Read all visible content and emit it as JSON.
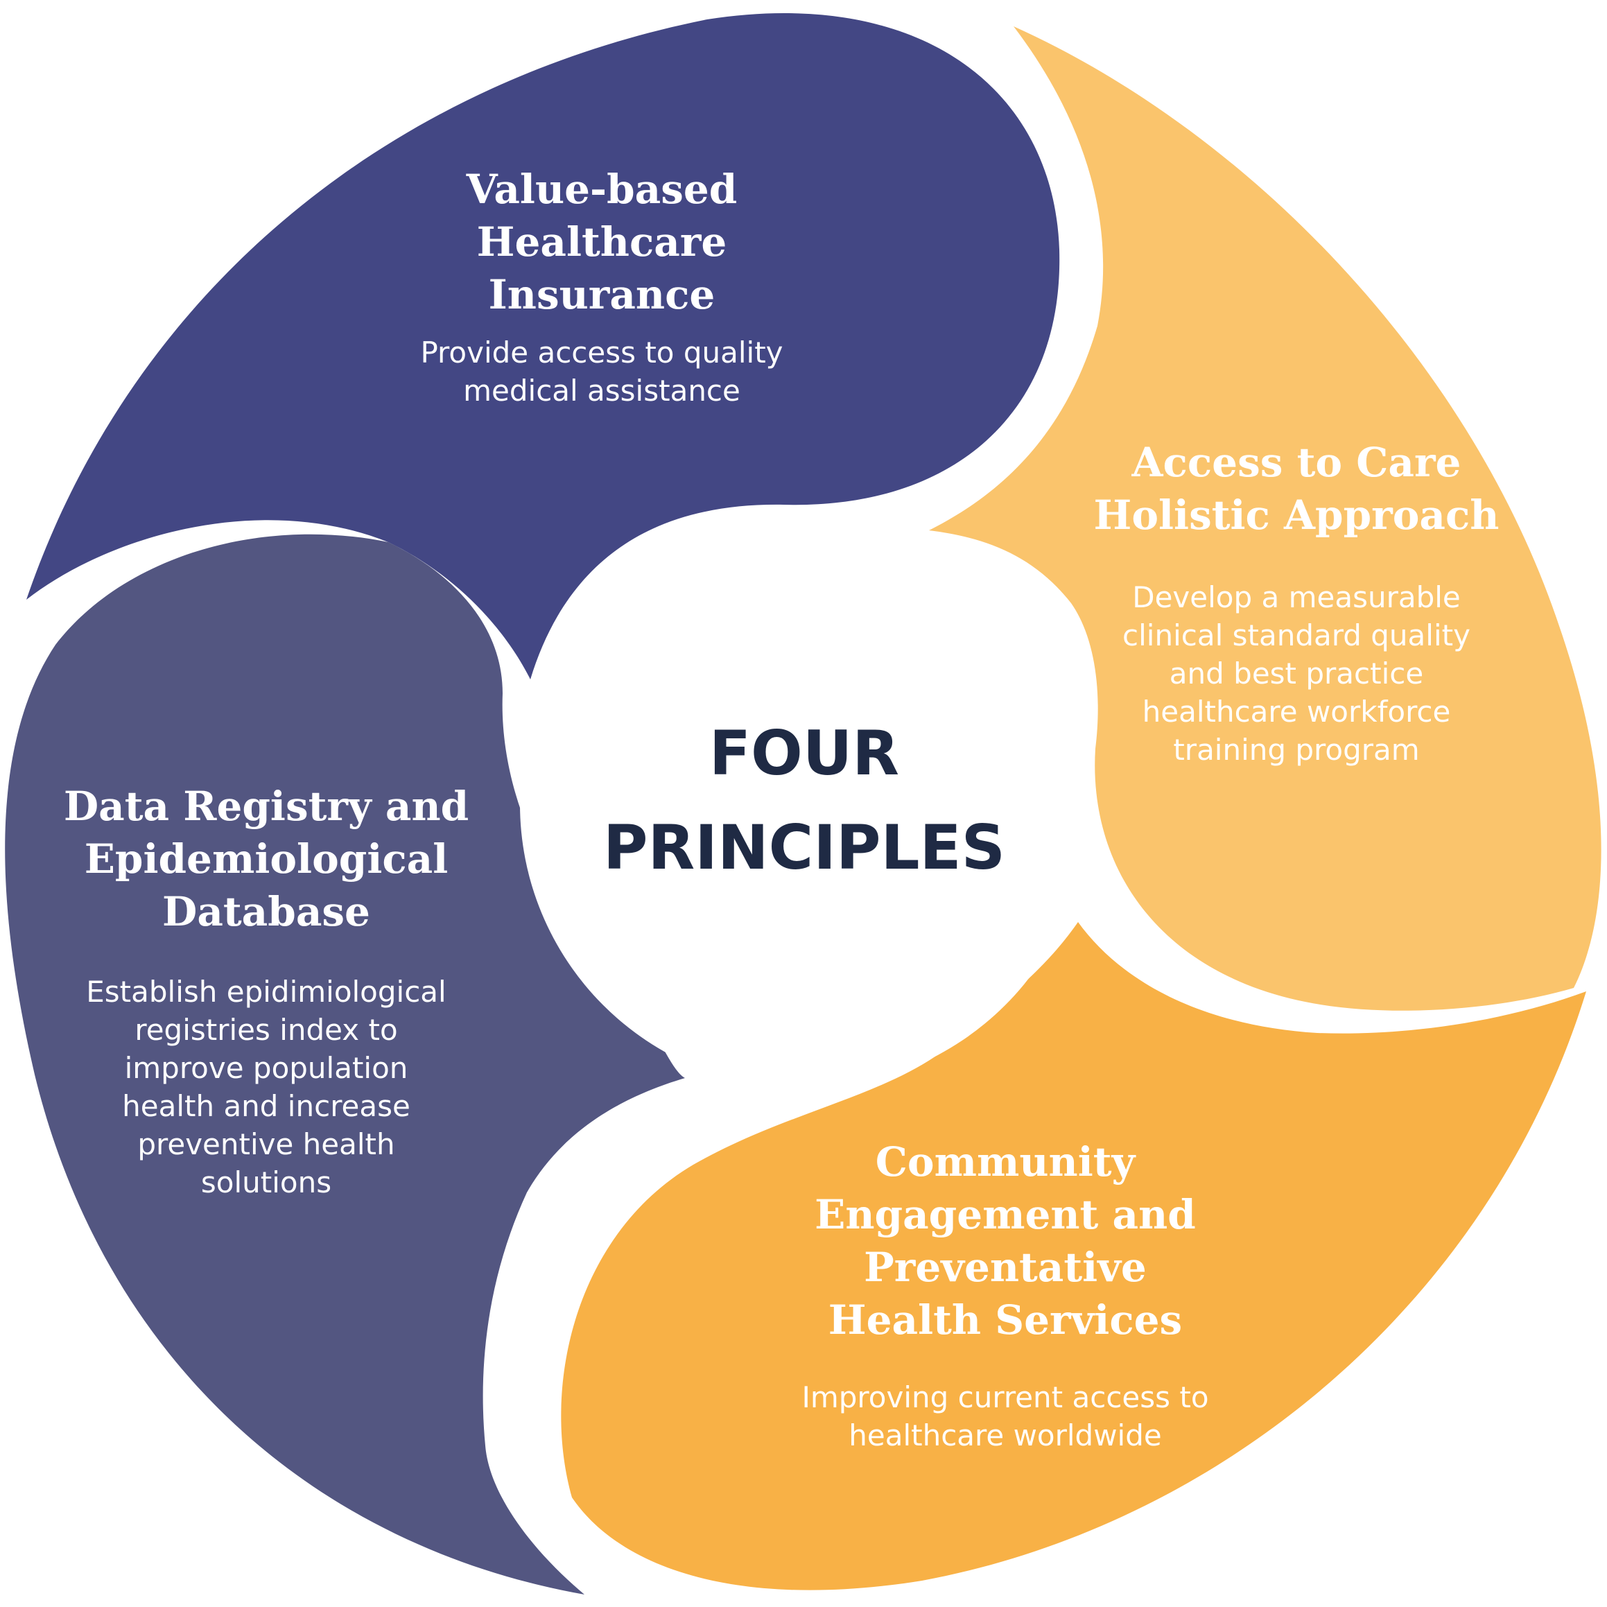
{
  "center": {
    "line1": "FOUR",
    "line2": "PRINCIPLES"
  },
  "colors": {
    "top": "#434784",
    "left": "#535681",
    "right": "#fac46c",
    "bottom": "#f8b146",
    "center_text": "#1f2a44"
  },
  "principles": [
    {
      "key": "top",
      "title": [
        "Value-based",
        "Healthcare",
        "Insurance"
      ],
      "description": [
        "Provide access to quality",
        "medical assistance"
      ]
    },
    {
      "key": "right",
      "title": [
        "Access to Care",
        "Holistic Approach"
      ],
      "description": [
        "Develop a measurable",
        "clinical standard quality",
        "and best practice",
        "healthcare workforce",
        "training program"
      ]
    },
    {
      "key": "bottom",
      "title": [
        "Community",
        "Engagement and",
        "Preventative",
        "Health Services"
      ],
      "description": [
        "Improving current access to",
        "healthcare worldwide"
      ]
    },
    {
      "key": "left",
      "title": [
        "Data Registry and",
        "Epidemiological",
        "Database"
      ],
      "description": [
        "Establish epidimiological",
        "registries index to",
        "improve population",
        "health and increase",
        "preventive health",
        "solutions"
      ]
    }
  ]
}
